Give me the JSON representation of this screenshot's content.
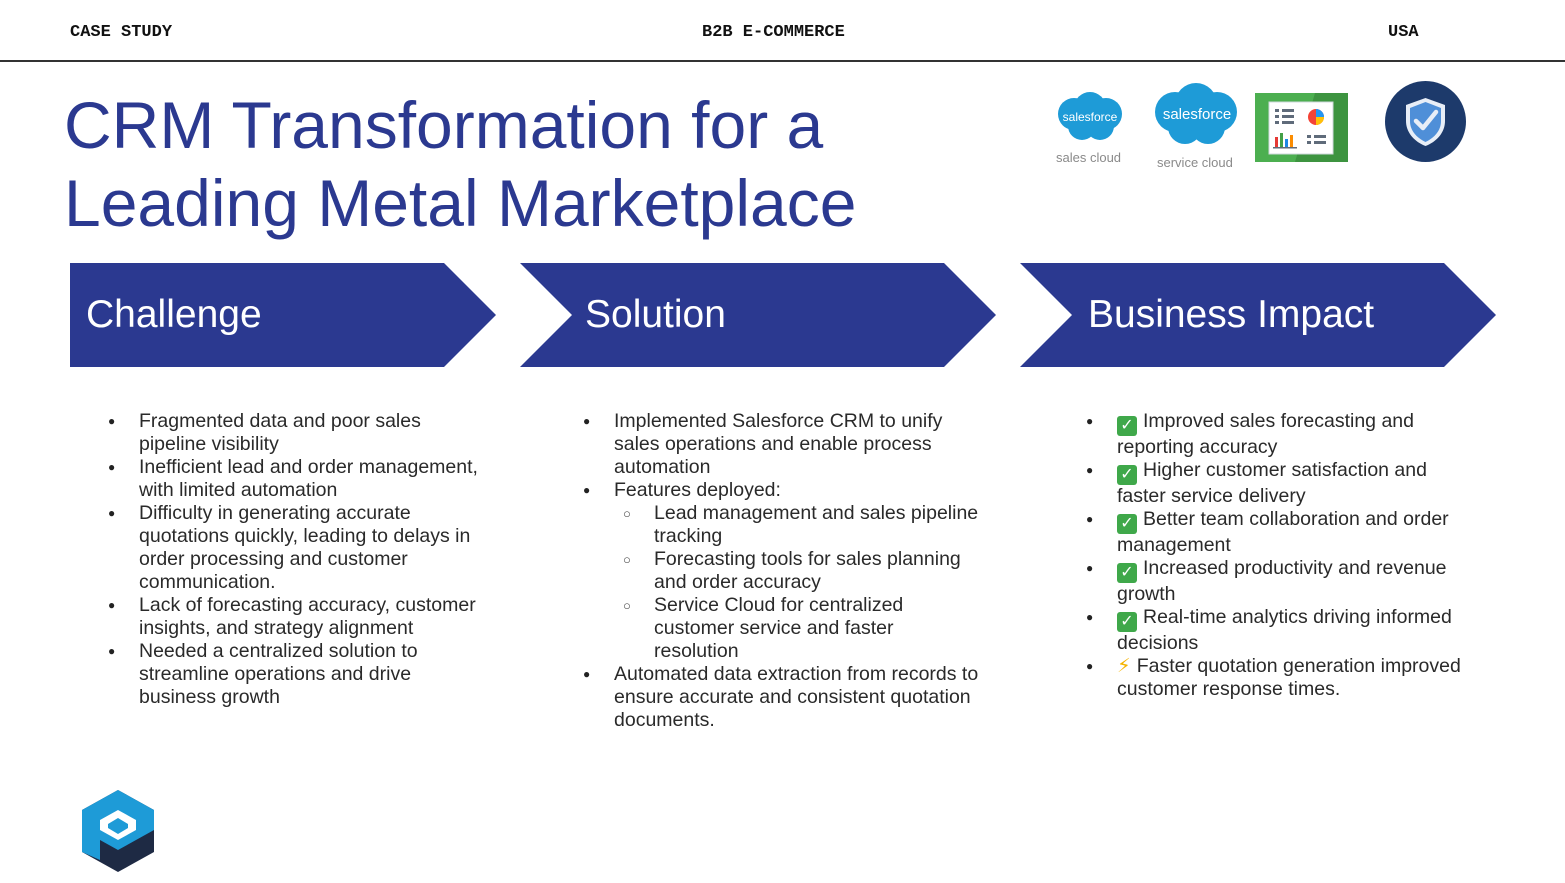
{
  "header": {
    "left_tag": "CASE STUDY",
    "center_tag": "B2B E-COMMERCE",
    "right_tag": "USA"
  },
  "title": {
    "line1": "CRM Transformation for a",
    "line2": "Leading Metal Marketplace"
  },
  "logos": {
    "sales_cloud": {
      "brand": "salesforce",
      "caption": "sales cloud"
    },
    "service_cloud": {
      "brand": "salesforce",
      "caption": "service cloud"
    },
    "report_icon": "report-dashboard-icon",
    "shield_icon": "shield-check-icon"
  },
  "colors": {
    "brand_navy": "#2B3990",
    "salesforce_blue": "#1E9BD7",
    "check_green": "#3FA84A",
    "shield_dark": "#1D3A6B"
  },
  "sections": {
    "challenge": {
      "heading": "Challenge",
      "items": [
        "Fragmented data and poor sales pipeline visibility",
        "Inefficient lead and order management, with limited automation",
        "Difficulty in generating accurate quotations quickly, leading to delays in order processing and customer communication.",
        "Lack of forecasting accuracy, customer insights, and strategy alignment",
        "Needed a centralized solution to streamline operations and drive business growth"
      ]
    },
    "solution": {
      "heading": "Solution",
      "intro": "Implemented Salesforce CRM to unify sales operations and enable process automation",
      "features_label": "Features deployed:",
      "features": [
        "Lead management and sales pipeline tracking",
        "Forecasting tools for sales planning and order accuracy",
        "Service Cloud for centralized customer service and faster resolution"
      ],
      "closing": "Automated data extraction from records to ensure accurate and consistent quotation documents."
    },
    "impact": {
      "heading": "Business Impact",
      "items": [
        {
          "icon": "check-icon",
          "text": "Improved sales forecasting and reporting accuracy"
        },
        {
          "icon": "check-icon",
          "text": "Higher customer satisfaction and faster service delivery"
        },
        {
          "icon": "check-icon",
          "text": "Better team collaboration and order management"
        },
        {
          "icon": "check-icon",
          "text": "Increased productivity and revenue growth"
        },
        {
          "icon": "check-icon",
          "text": "Real-time analytics driving informed decisions"
        },
        {
          "icon": "lightning-icon",
          "text": "Faster quotation generation improved customer response times."
        }
      ]
    }
  }
}
